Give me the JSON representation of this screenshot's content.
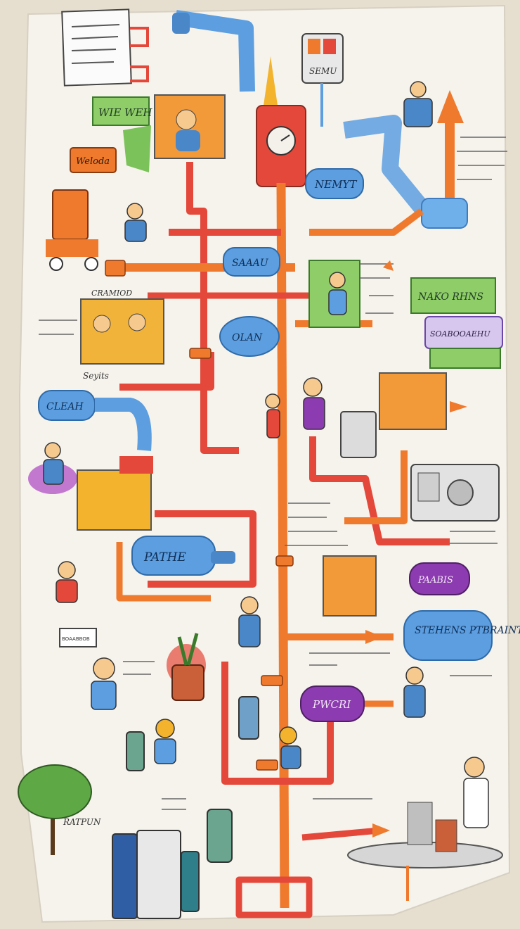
{
  "labels": {
    "note_topleft": "",
    "tag_we_web": "WIE WEH",
    "tag_welcome": "Weloda",
    "bubble_newt": "NEMYT",
    "bubble_main": "SAAAU",
    "bubble_olan": "OLAN",
    "bubble_cleah": "CLEAH",
    "bubble_path": "PATHE",
    "banner_green": "NAKO  RHNS",
    "banner_sign": "SOABOOAEHU",
    "sketch_room": "CRAMIOD",
    "sketch_section": "Seyits",
    "bubble_purple": "PAABIS",
    "bubble_systems": "STEHENS PTBRAINTS",
    "bubble_pwcr": "PWCRI",
    "tree_label": "RATPUN",
    "top_machine": "SEMU",
    "card_small": "BOAABBOB"
  },
  "colors": {
    "paper": "#f4f1ea",
    "orange": "#ef7a2e",
    "red": "#e4483a",
    "blue": "#5c9ee0",
    "purple": "#8d3bb0",
    "green": "#8fcd68",
    "yellow": "#f3b32c"
  }
}
